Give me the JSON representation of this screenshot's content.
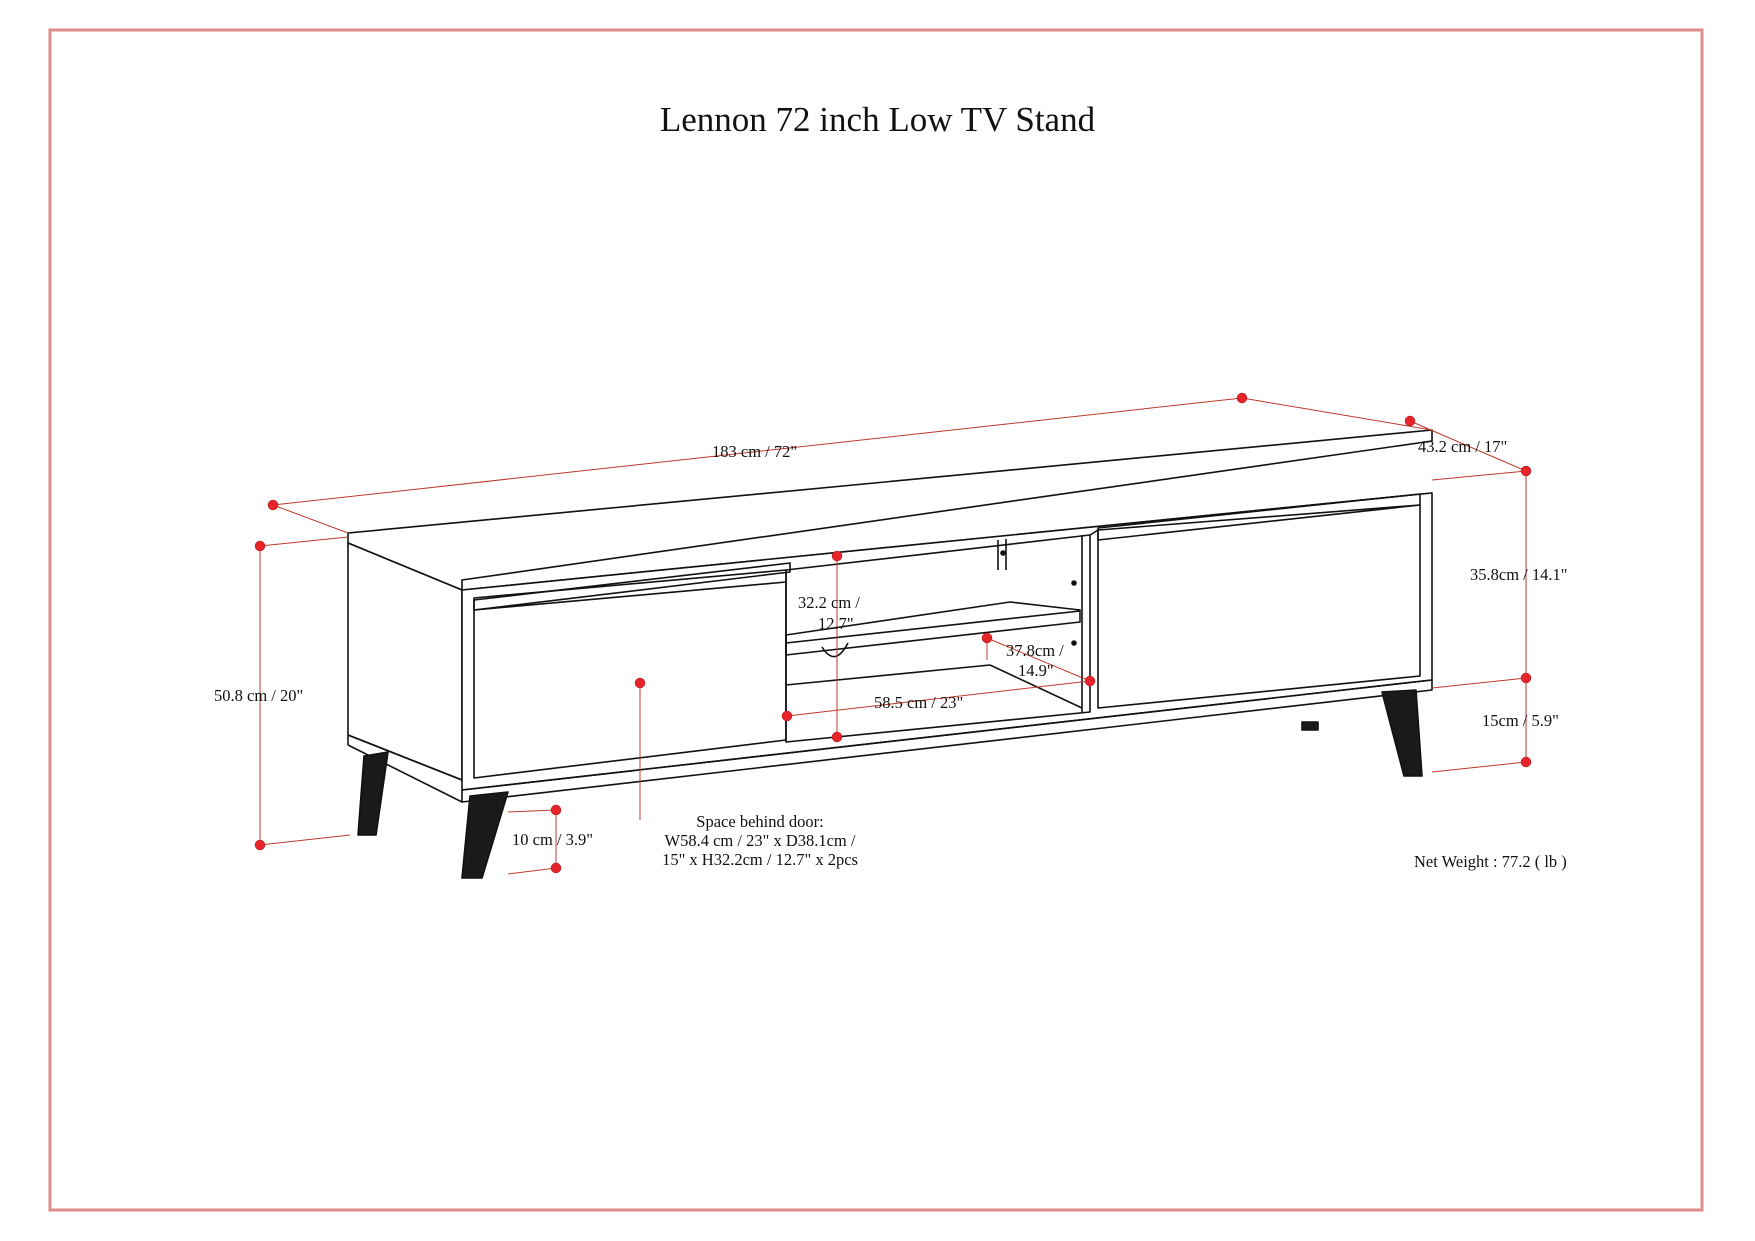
{
  "title": "Lennon 72 inch Low TV Stand",
  "dimensions": {
    "width": "183 cm / 72\"",
    "depth": "43.2 cm / 17\"",
    "cabinet_height": "35.8cm / 14.1\"",
    "leg_height_right": "15cm / 5.9\"",
    "total_height": "50.8 cm / 20\"",
    "leg_height_front": "10 cm / 3.9\"",
    "shelf_opening_height_l1": "32.2 cm /",
    "shelf_opening_height_l2": "12.7\"",
    "open_depth_l1": "37.8cm /",
    "open_depth_l2": "14.9\"",
    "open_width": "58.5 cm / 23\""
  },
  "door_note": {
    "line1": "Space behind door:",
    "line2": "W58.4 cm / 23\" x D38.1cm /",
    "line3": "15\" x H32.2cm / 12.7\" x 2pcs"
  },
  "net_weight": "Net Weight : 77.2 ( lb )",
  "colors": {
    "frame": "#e08b8b",
    "dimension_line": "#c0392b",
    "marker": "#e8242b",
    "outline": "#111111"
  }
}
